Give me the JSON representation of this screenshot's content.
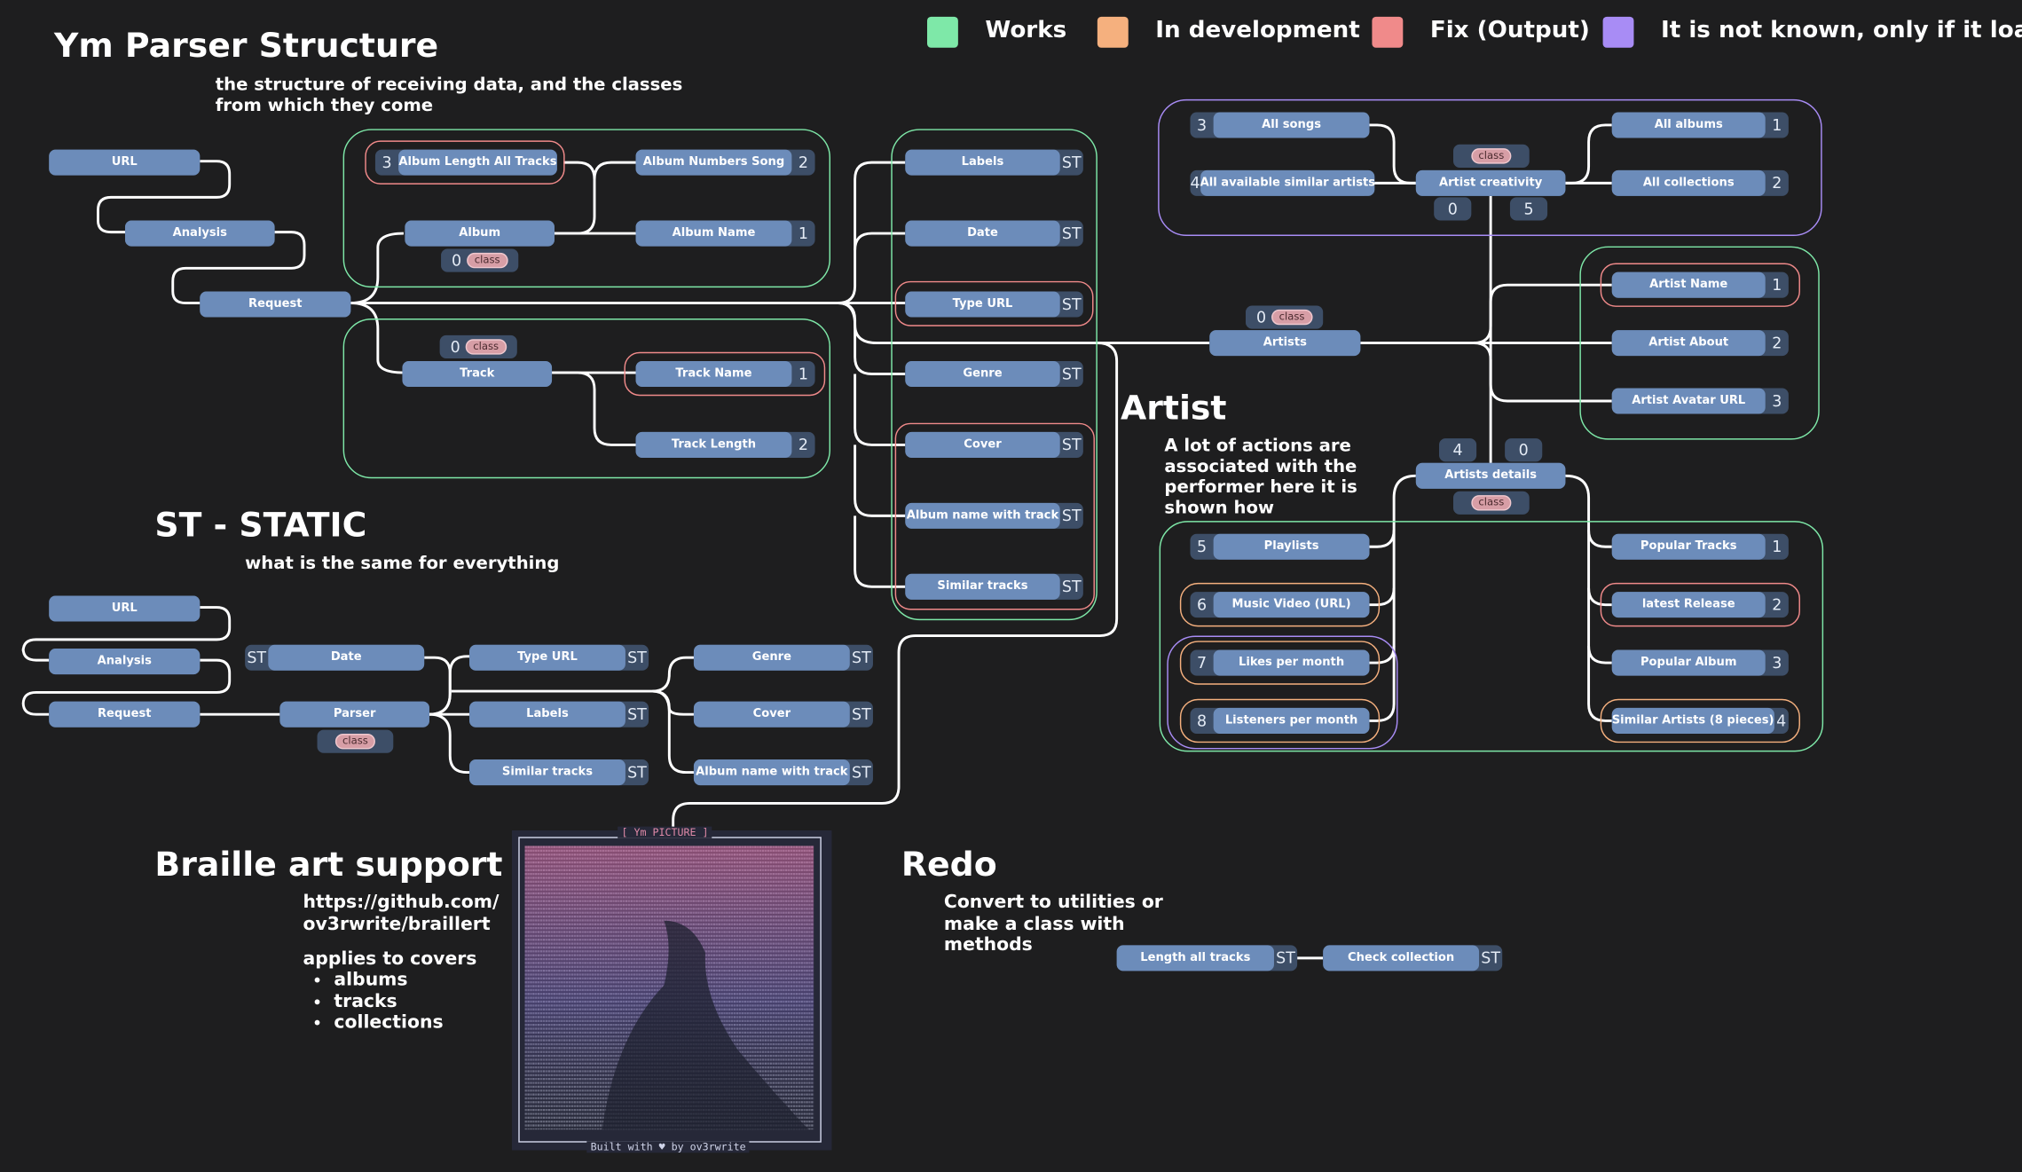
{
  "title": "Ym Parser Structure",
  "subtitle": "the structure of receiving data, and the classes from which they come",
  "legend": [
    {
      "label": "Works",
      "color": "#7ee8a8"
    },
    {
      "label": "In development",
      "color": "#f5b07e"
    },
    {
      "label": "Fix (Output)",
      "color": "#f08a8a"
    },
    {
      "label": "It is not known, only if it loads",
      "color": "#a88cf5"
    }
  ],
  "colors": {
    "background": "#1e1e1f",
    "node": "#6c8cba",
    "node_dark": "#3d4e67",
    "wire": "#ffffff"
  },
  "flow": {
    "url": "URL",
    "analysis": "Analysis",
    "request": "Request"
  },
  "album": {
    "label": "Album",
    "index": "0",
    "tag": "class",
    "fields": [
      {
        "label": "Album Length All Tracks",
        "num": "3"
      },
      {
        "label": "Album Numbers Song",
        "num": "2"
      },
      {
        "label": "Album Name",
        "num": "1"
      }
    ]
  },
  "track": {
    "label": "Track",
    "index": "0",
    "tag": "class",
    "fields": [
      {
        "label": "Track Name",
        "num": "1"
      },
      {
        "label": "Track Length",
        "num": "2"
      }
    ]
  },
  "static_fields": [
    "Labels",
    "Date",
    "Type URL",
    "Genre",
    "Cover",
    "Album name with track",
    "Similar tracks"
  ],
  "st": "ST",
  "artist": {
    "heading": "Artist",
    "description": "A lot of actions are associated with the performer here it is shown how",
    "artists": {
      "label": "Artists",
      "index": "0",
      "tag": "class"
    },
    "creativity": {
      "label": "Artist creativity",
      "tag": "class",
      "left": "0",
      "right": "5"
    },
    "creativity_left": [
      {
        "label": "All songs",
        "num": "3"
      },
      {
        "label": "All available similar artists",
        "num": "4"
      }
    ],
    "creativity_right": [
      {
        "label": "All albums",
        "num": "1"
      },
      {
        "label": "All collections",
        "num": "2"
      }
    ],
    "info": [
      {
        "label": "Artist Name",
        "num": "1"
      },
      {
        "label": "Artist About",
        "num": "2"
      },
      {
        "label": "Artist Avatar URL",
        "num": "3"
      }
    ],
    "details": {
      "label": "Artists details",
      "tag": "class",
      "left": "4",
      "right": "0"
    },
    "details_left": [
      {
        "label": "Playlists",
        "num": "5"
      },
      {
        "label": "Music Video (URL)",
        "num": "6"
      },
      {
        "label": "Likes per month",
        "num": "7"
      },
      {
        "label": "Listeners per month",
        "num": "8"
      }
    ],
    "details_right": [
      {
        "label": "Popular Tracks",
        "num": "1"
      },
      {
        "label": "latest Release",
        "num": "2"
      },
      {
        "label": "Popular Album",
        "num": "3"
      },
      {
        "label": "Similar Artists (8 pieces)",
        "num": "4"
      }
    ]
  },
  "static_section": {
    "heading": "ST - STATIC",
    "description": "what is the same for everything",
    "url": "URL",
    "analysis": "Analysis",
    "request": "Request",
    "date": "Date",
    "parser": {
      "label": "Parser",
      "tag": "class"
    },
    "col1": [
      "Type URL",
      "Labels",
      "Similar tracks"
    ],
    "col2": [
      "Genre",
      "Cover",
      "Album name with track"
    ]
  },
  "braille": {
    "heading": "Braille art support",
    "link": "https://github.com/ ov3rwrite/braillert",
    "applies": "applies to covers",
    "items": [
      "albums",
      "tracks",
      "collections"
    ],
    "art_title": "[ Ym PICTURE ]",
    "art_footer": "Built with ♥ by ov3rwrite"
  },
  "redo": {
    "heading": "Redo",
    "description": "Convert to utilities or make a class with methods",
    "items": [
      "Length all tracks",
      "Check collection"
    ]
  }
}
